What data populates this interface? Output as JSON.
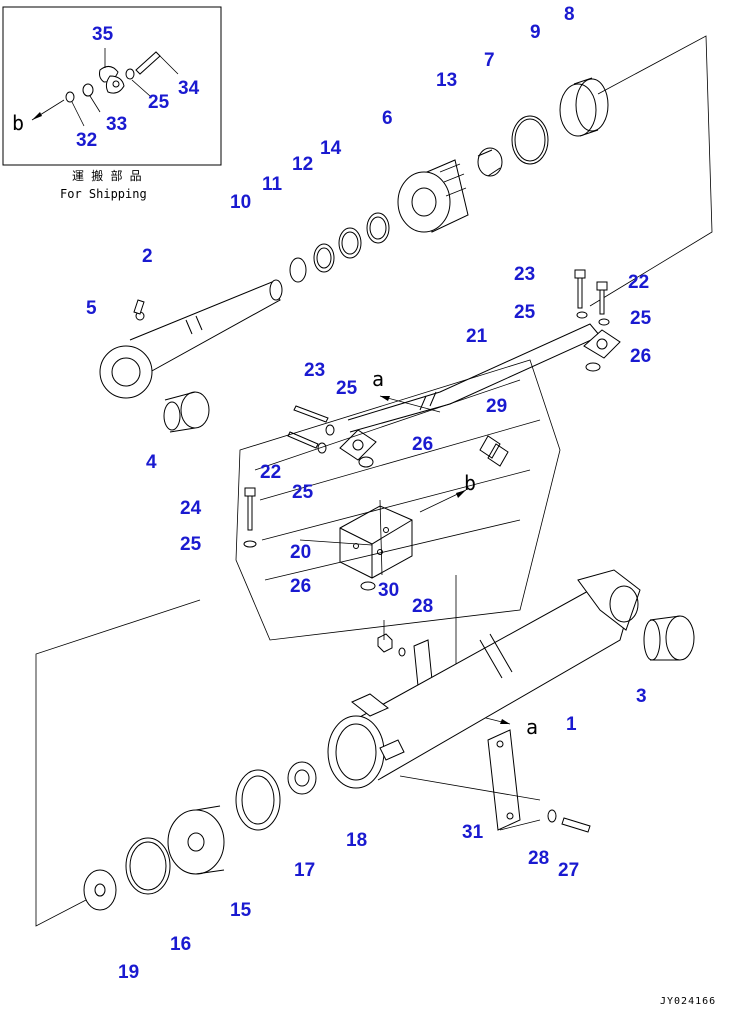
{
  "inset": {
    "label_jp": "運 搬 部 品",
    "label_en": "For Shipping",
    "ref_letter": "b"
  },
  "view_refs": {
    "a": "a",
    "b": "b"
  },
  "callouts": {
    "c1": "1",
    "c2": "2",
    "c3": "3",
    "c4": "4",
    "c5": "5",
    "c6": "6",
    "c7": "7",
    "c8": "8",
    "c9": "9",
    "c10": "10",
    "c11": "11",
    "c12": "12",
    "c13": "13",
    "c14": "14",
    "c15": "15",
    "c16": "16",
    "c17": "17",
    "c18": "18",
    "c19": "19",
    "c20": "20",
    "c21": "21",
    "c22": "22",
    "c23": "23",
    "c24": "24",
    "c25": "25",
    "c26": "26",
    "c27": "27",
    "c28": "28",
    "c29": "29",
    "c30": "30",
    "c31": "31",
    "c32": "32",
    "c33": "33",
    "c34": "34",
    "c35": "35"
  },
  "drawing_ref": "JY024166",
  "colors": {
    "callout": "#1a1ad0",
    "line": "#000000"
  }
}
